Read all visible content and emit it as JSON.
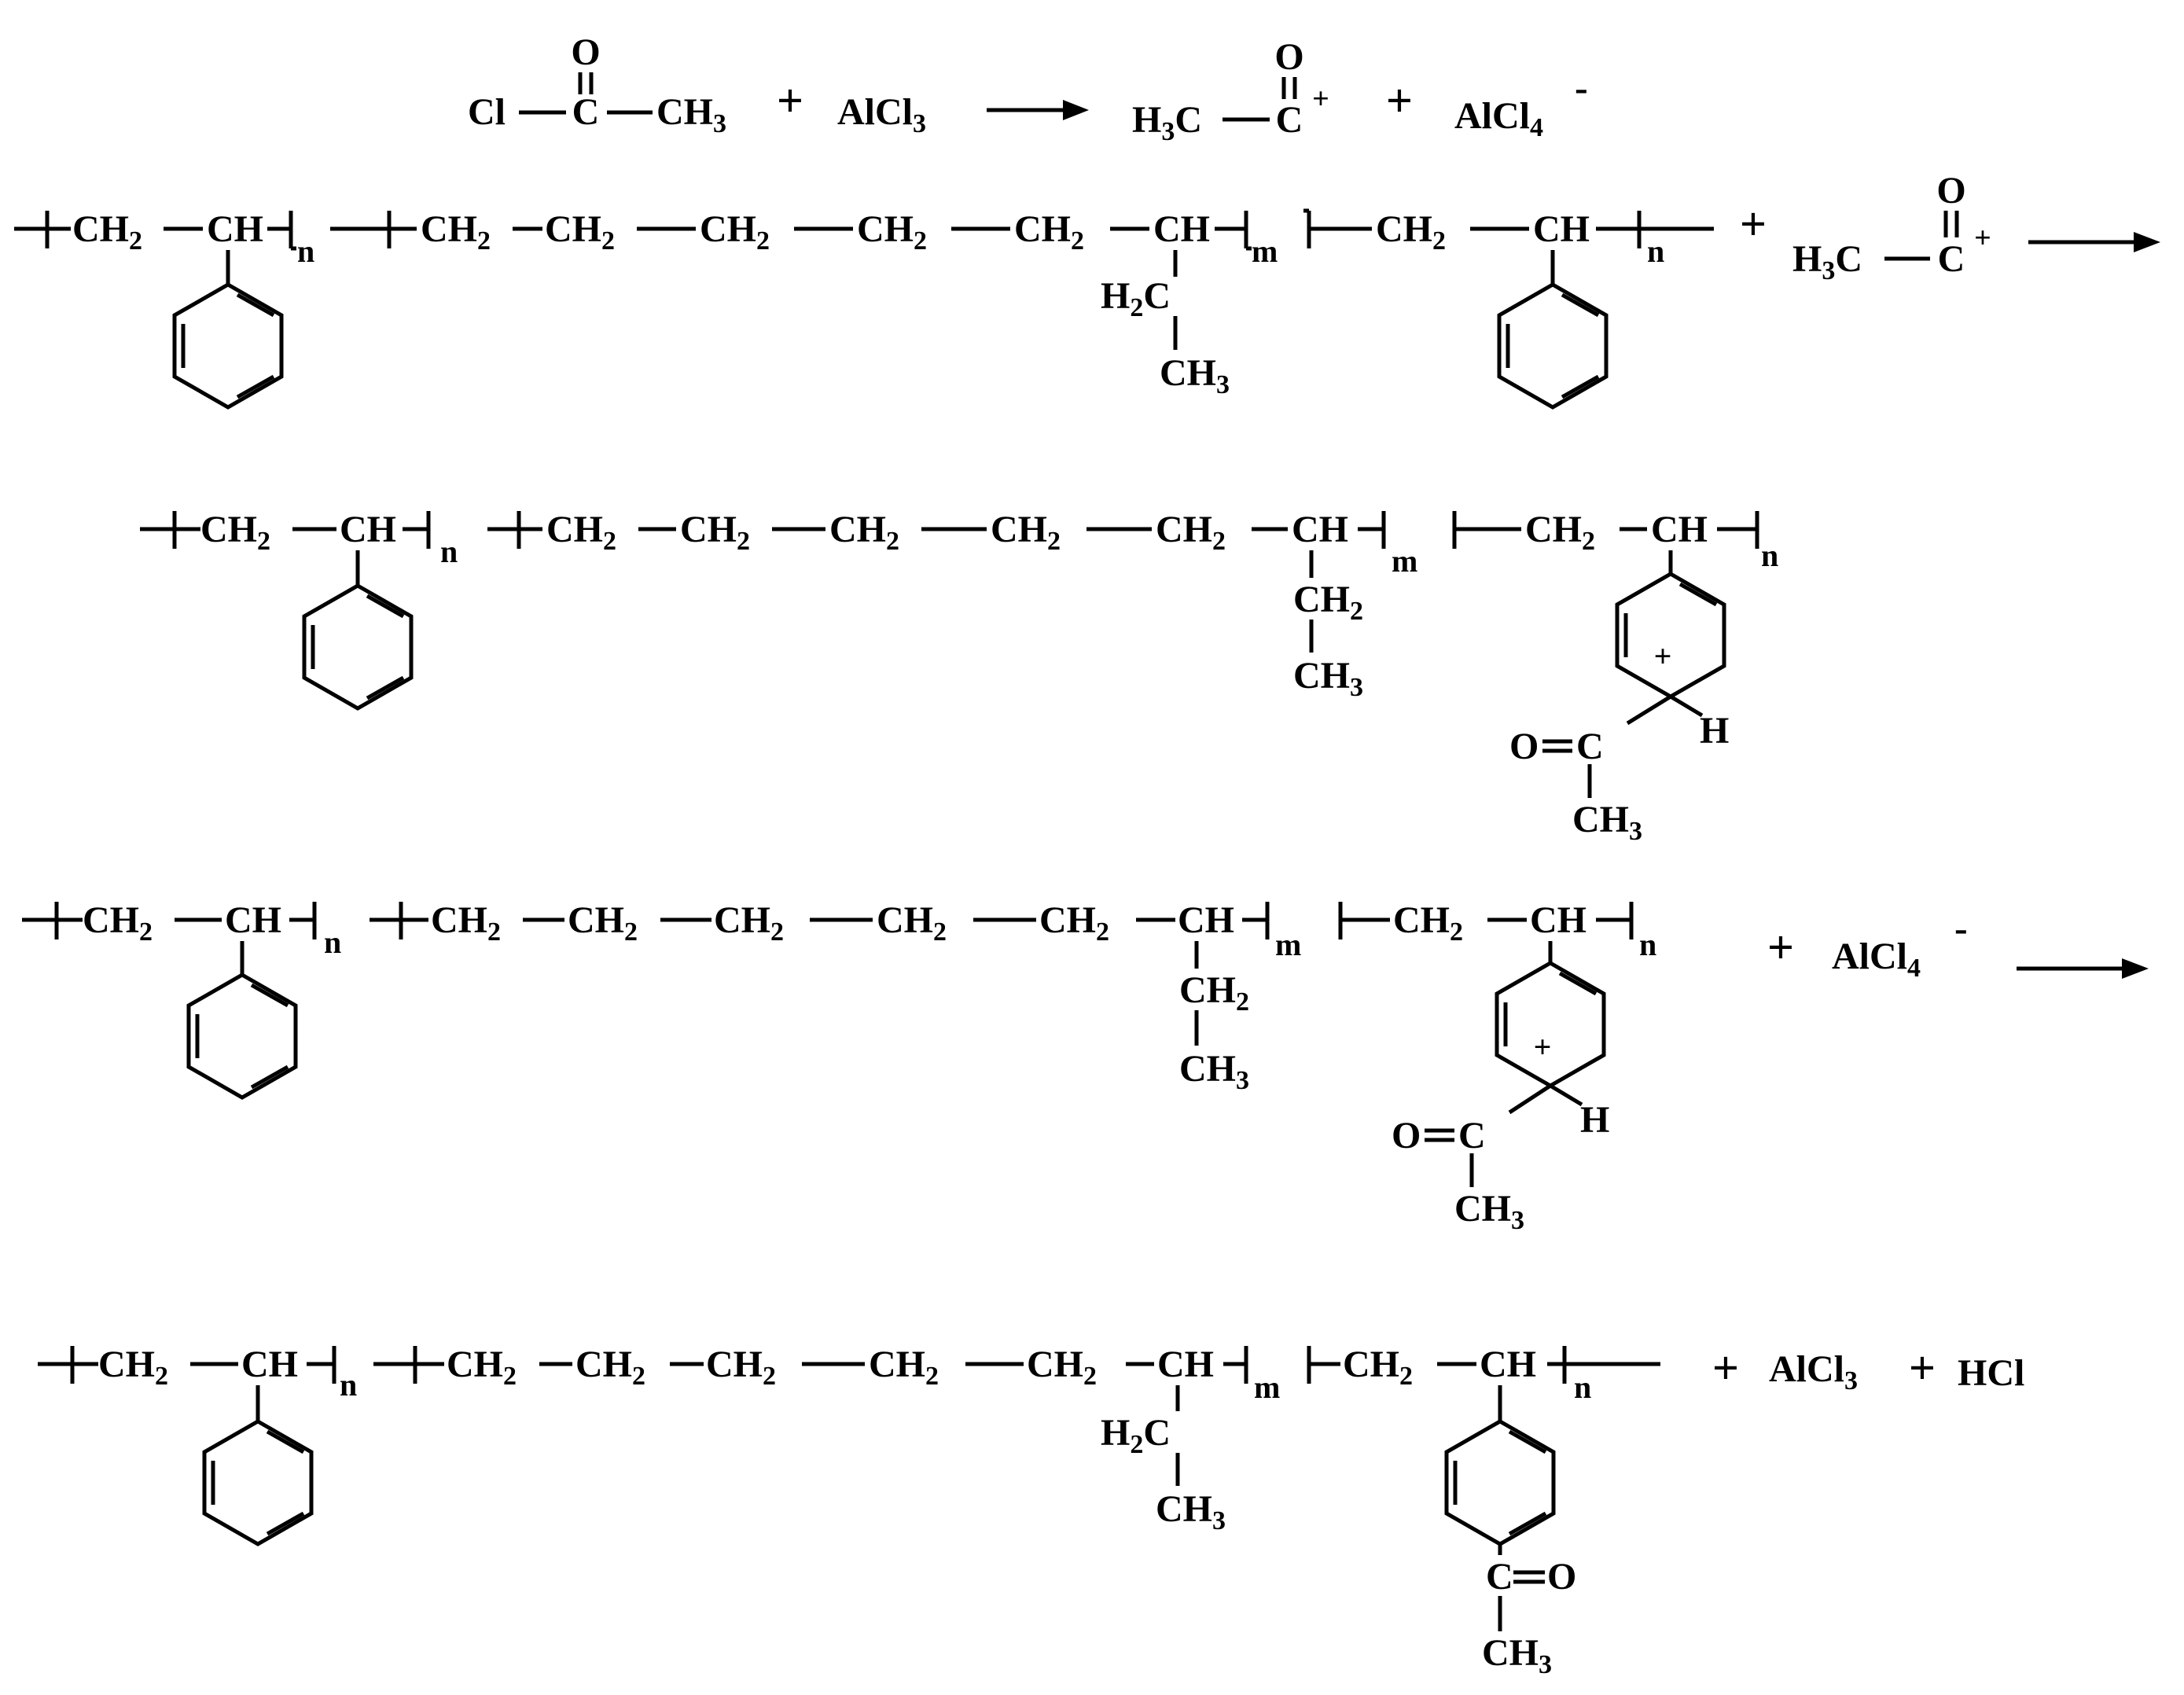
{
  "scheme": {
    "step1": {
      "reactant1_atoms": [
        "O",
        "Cl",
        "C",
        "CH",
        "3"
      ],
      "plus": "+",
      "reagent": [
        "AlCl",
        "3"
      ],
      "product1": [
        "O",
        "H",
        "3",
        "C",
        "C",
        "+"
      ],
      "product2": [
        "AlCl",
        "4",
        "-"
      ]
    },
    "chain": {
      "ch2": "CH",
      "sub2": "2",
      "ch": "CH",
      "h2c": "H",
      "h2c_c": "C",
      "ch3": "CH",
      "sub3": "3",
      "n": "n",
      "m": "m"
    },
    "row1": {
      "plus": "+",
      "acylium": [
        "H",
        "3",
        "C",
        "C",
        "O",
        "+"
      ]
    },
    "sigma": {
      "plus_charge": "+",
      "h": "H",
      "o": "O",
      "c": "C",
      "eq": "="
    },
    "row3": {
      "plus": "+",
      "reagent": [
        "AlCl",
        "4",
        "-"
      ]
    },
    "row4": {
      "plus1": "+",
      "alcl3": [
        "AlCl",
        "3"
      ],
      "plus2": "+",
      "hcl": "HCl",
      "ketone": [
        "C",
        "O",
        "CH",
        "3"
      ]
    }
  }
}
